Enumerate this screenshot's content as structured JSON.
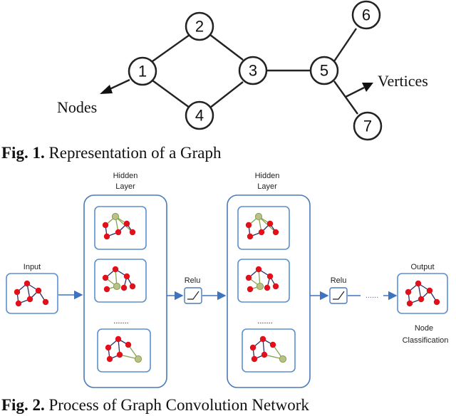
{
  "figure1": {
    "nodes": [
      "1",
      "2",
      "3",
      "4",
      "5",
      "6",
      "7"
    ],
    "label_nodes": "Nodes",
    "label_vertices": "Vertices",
    "caption_prefix": "Fig. 1.",
    "caption_text": "Representation of a Graph"
  },
  "figure2": {
    "input_label": "Input",
    "hidden_label_1_line1": "Hidden",
    "hidden_label_1_line2": "Layer",
    "hidden_label_2_line1": "Hidden",
    "hidden_label_2_line2": "Layer",
    "relu_label_1": "Relu",
    "relu_label_2": "Relu",
    "ellipsis_1": ".......",
    "ellipsis_2": ".......",
    "ellipsis_flow": "......",
    "output_label": "Output",
    "output_sub_line1": "Node",
    "output_sub_line2": "Classification",
    "caption_prefix": "Fig. 2.",
    "caption_text": "Process of Graph Convolution Network"
  },
  "colors": {
    "node_red": "#e0111a",
    "node_highlight": "#b9c08a",
    "edge_dark": "#2a2f6a",
    "edge_green": "#86a24a",
    "box_blue": "#4a7ab8"
  }
}
